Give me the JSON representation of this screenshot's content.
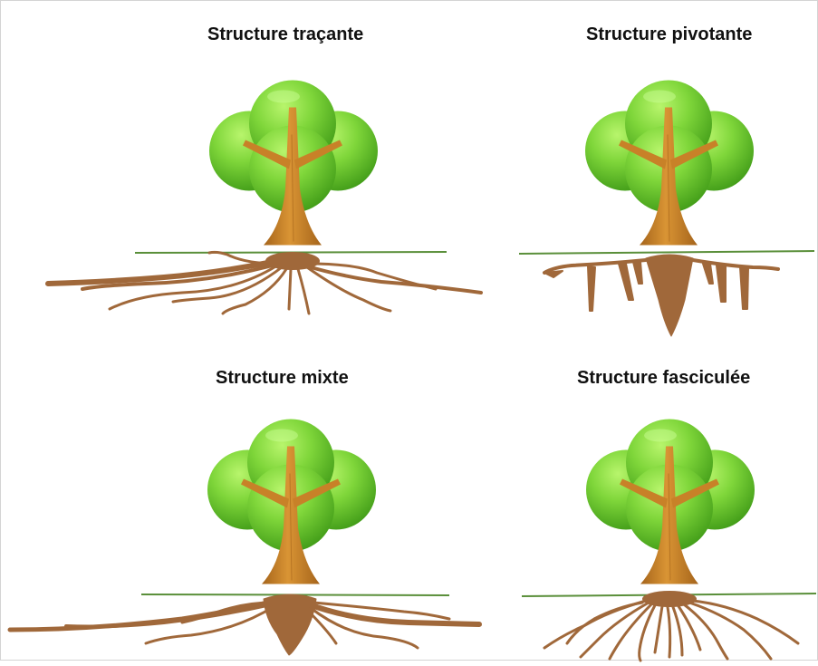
{
  "panels": [
    {
      "title": "Structure traçante"
    },
    {
      "title": "Structure pivotante"
    },
    {
      "title": "Structure mixte"
    },
    {
      "title": "Structure fasciculée"
    }
  ],
  "colors": {
    "foliage_light": "#9be84f",
    "foliage_mid": "#6cc52a",
    "foliage_dark": "#3f9a17",
    "trunk": "#c88128",
    "trunk_dark": "#a5641b",
    "root": "#a0683a",
    "ground": "#5a8f3a",
    "frame_border": "#d4d4d4"
  }
}
